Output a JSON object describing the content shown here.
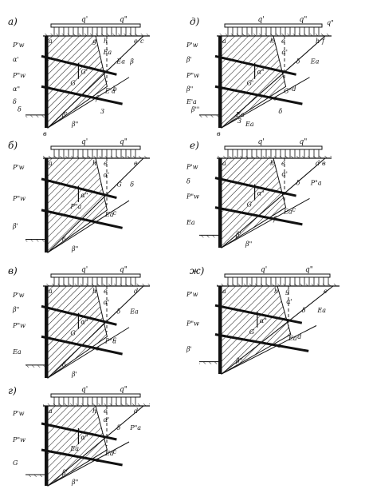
{
  "panels": [
    {
      "id": "a",
      "label": "а)",
      "load_labels": [
        "q'",
        "q\""
      ],
      "point_labels": [
        "a",
        "g",
        "h",
        "e",
        "b",
        "f",
        "c",
        "в"
      ],
      "force_labels": [
        "P'w",
        "P\"w",
        "Ea",
        "G'",
        "Ea",
        "G",
        "E'a",
        "β",
        "δ",
        "β'",
        "β\"",
        "α'",
        "α\"",
        "δ",
        "3"
      ]
    },
    {
      "id": "b",
      "label": "б)",
      "load_labels": [
        "q'",
        "q\""
      ],
      "point_labels": [
        "a",
        "h",
        "e",
        "в",
        "c"
      ],
      "force_labels": [
        "P'w",
        "P\"w",
        "α'",
        "α\"",
        "G",
        "P\"a",
        "Ea",
        "δ",
        "β'",
        "δ",
        "β\""
      ]
    },
    {
      "id": "v",
      "label": "в)",
      "load_labels": [
        "q'",
        "q\""
      ],
      "point_labels": [
        "a",
        "h",
        "e",
        "d",
        "c",
        "в"
      ],
      "force_labels": [
        "P'w",
        "P\"w",
        "α'",
        "α\"",
        "δ",
        "G",
        "P\"a",
        "Ea",
        "Ea",
        "δ",
        "β'",
        "β\""
      ]
    },
    {
      "id": "g",
      "label": "г)",
      "load_labels": [
        "q'",
        "q\""
      ],
      "point_labels": [
        "a",
        "h",
        "e",
        "d",
        "c",
        "в"
      ],
      "force_labels": [
        "P'w",
        "P\"w",
        "α'",
        "α\"",
        "δ",
        "Ea",
        "Ea",
        "P\"a",
        "G",
        "β'",
        "β\""
      ]
    },
    {
      "id": "d",
      "label": "д)",
      "load_labels": [
        "q'",
        "q\"",
        "q\""
      ],
      "point_labels": [
        "a",
        "h",
        "e",
        "h",
        "d",
        "c",
        "f",
        "в",
        "3"
      ],
      "force_labels": [
        "P'w",
        "P\"w",
        "α'",
        "α\"",
        "δ",
        "G'",
        "G\"",
        "Ea",
        "E'a",
        "Ea",
        "Ea",
        "β'",
        "β\"",
        "β\"'",
        "δ"
      ]
    },
    {
      "id": "e",
      "label": "е)",
      "load_labels": [
        "q'",
        "q\""
      ],
      "point_labels": [
        "a",
        "h",
        "e",
        "d",
        "c",
        "f",
        "в"
      ],
      "force_labels": [
        "P'w",
        "P\"w",
        "α'",
        "α\"",
        "δ",
        "G",
        "Ea",
        "P\"a",
        "Ea",
        "β'",
        "β\"",
        "δ"
      ]
    },
    {
      "id": "zh",
      "label": "ж)",
      "load_labels": [
        "q'",
        "q\""
      ],
      "point_labels": [
        "a",
        "h",
        "g",
        "e",
        "d",
        "в"
      ],
      "force_labels": [
        "P'w",
        "P\"w",
        "α'",
        "α\"",
        "δ",
        "G",
        "Ea",
        "Ea",
        "β'",
        "β\""
      ]
    }
  ]
}
